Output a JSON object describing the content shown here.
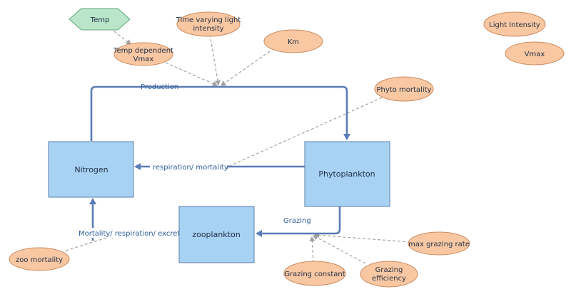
{
  "stocks": {
    "nitrogen": "Nitrogen",
    "phytoplankton": "Phytoplankton",
    "zooplankton": "zooplankton"
  },
  "flows": {
    "production": "Production",
    "respiration_mortality": "respiration/ mortality",
    "grazing": "Grazing",
    "zoo_loss": "Mortality/ respiration/ excretion"
  },
  "variables": {
    "temp": "Temp",
    "temp_dependent_vmax": [
      "Temp dependent",
      "Vmax"
    ],
    "time_varying_light": [
      "Time varying light",
      "intensity"
    ],
    "km": "Km",
    "phyto_mortality": "Phyto mortality",
    "light_intensity": "Light Intensity",
    "vmax": "Vmax",
    "zoo_mortality": "zoo mortality",
    "grazing_constant": "Grazing constant",
    "grazing_efficiency": [
      "Grazing",
      "efficiency"
    ],
    "max_grazing_rate": "max grazing rate"
  },
  "colors": {
    "stock_fill": "#a8d2f4",
    "stock_stroke": "#5a7fa8",
    "variable_fill": "#f9c8a3",
    "variable_stroke": "#c98a5e",
    "converter_fill": "#b9e6c9",
    "converter_stroke": "#5fa57c",
    "flow_line": "#5a7bb6",
    "connector_line": "#a0a0a0"
  }
}
